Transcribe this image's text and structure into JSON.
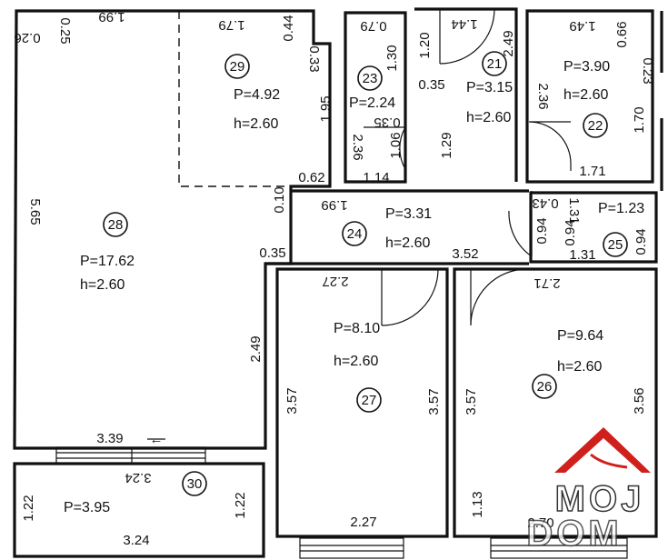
{
  "rooms": [
    {
      "id": "21",
      "area": "P=3.15",
      "height": "h=2.60"
    },
    {
      "id": "22",
      "area": "P=3.90",
      "height": "h=2.60"
    },
    {
      "id": "23",
      "area": "P=2.24"
    },
    {
      "id": "24",
      "area": "P=3.31",
      "height": "h=2.60"
    },
    {
      "id": "25",
      "area": "P=1.23"
    },
    {
      "id": "26",
      "area": "P=9.64",
      "height": "h=2.60"
    },
    {
      "id": "27",
      "area": "P=8.10",
      "height": "h=2.60"
    },
    {
      "id": "28",
      "area": "P=17.62",
      "height": "h=2.60"
    },
    {
      "id": "29",
      "area": "P=4.92",
      "height": "h=2.60"
    },
    {
      "id": "30",
      "area": "P=3.95"
    }
  ],
  "dimensions": [
    "0.25",
    "0.26",
    "1.99",
    "1.79",
    "0.44",
    "0.33",
    "1.95",
    "0.62",
    "5.65",
    "0.10",
    "0.35",
    "1.99",
    "2.49",
    "3.39",
    "0.79",
    "1.30",
    "0.35",
    "2.36",
    "1.06",
    "1.14",
    "1.44",
    "1.20",
    "2.49",
    "0.35",
    "1.29",
    "1.49",
    "0.66",
    "0.23",
    "2.36",
    "1.70",
    "1.71",
    "0.43",
    "1.31",
    "0.94",
    "0.94",
    "1.31",
    "0.94",
    "3.52",
    "2.27",
    "3.57",
    "3.57",
    "2.27",
    "2.71",
    "3.57",
    "3.56",
    "1.13",
    "2.70",
    "3.24",
    "1.22",
    "1.22",
    "3.24"
  ],
  "arrow": "←",
  "logo": {
    "line1": "MOJ",
    "line2": "DOM",
    "accent_color": "#d0201c"
  }
}
